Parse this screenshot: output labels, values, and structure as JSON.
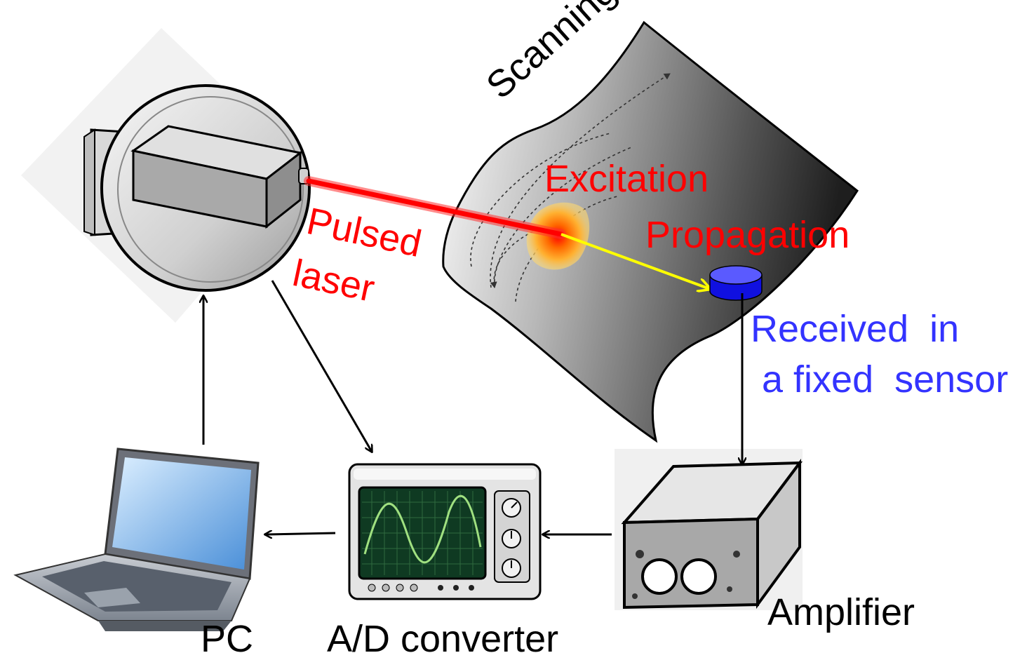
{
  "labels": {
    "scanning": "Scanning",
    "excitation": "Excitation",
    "propagation": "Propagation",
    "pulsed": "Pulsed",
    "laser": "laser",
    "received_line1": "Received  in",
    "received_line2": "a fixed  sensor",
    "amplifier": "Amplifier",
    "pc": "PC",
    "ad_converter": "A/D converter"
  },
  "colors": {
    "laser_beam": "#ff0000",
    "excitation_text": "#ff0000",
    "propagation_arrow": "#ffff00",
    "sensor": "#0000ff",
    "received_text": "#3333ff",
    "flow_arrow": "#000000",
    "scope_trace": "#a0e080"
  },
  "icons": {
    "laser": "laser-scanner-icon",
    "sensor": "sensor-puck-icon",
    "amplifier": "amplifier-box-icon",
    "oscilloscope": "oscilloscope-icon",
    "laptop": "laptop-icon"
  }
}
